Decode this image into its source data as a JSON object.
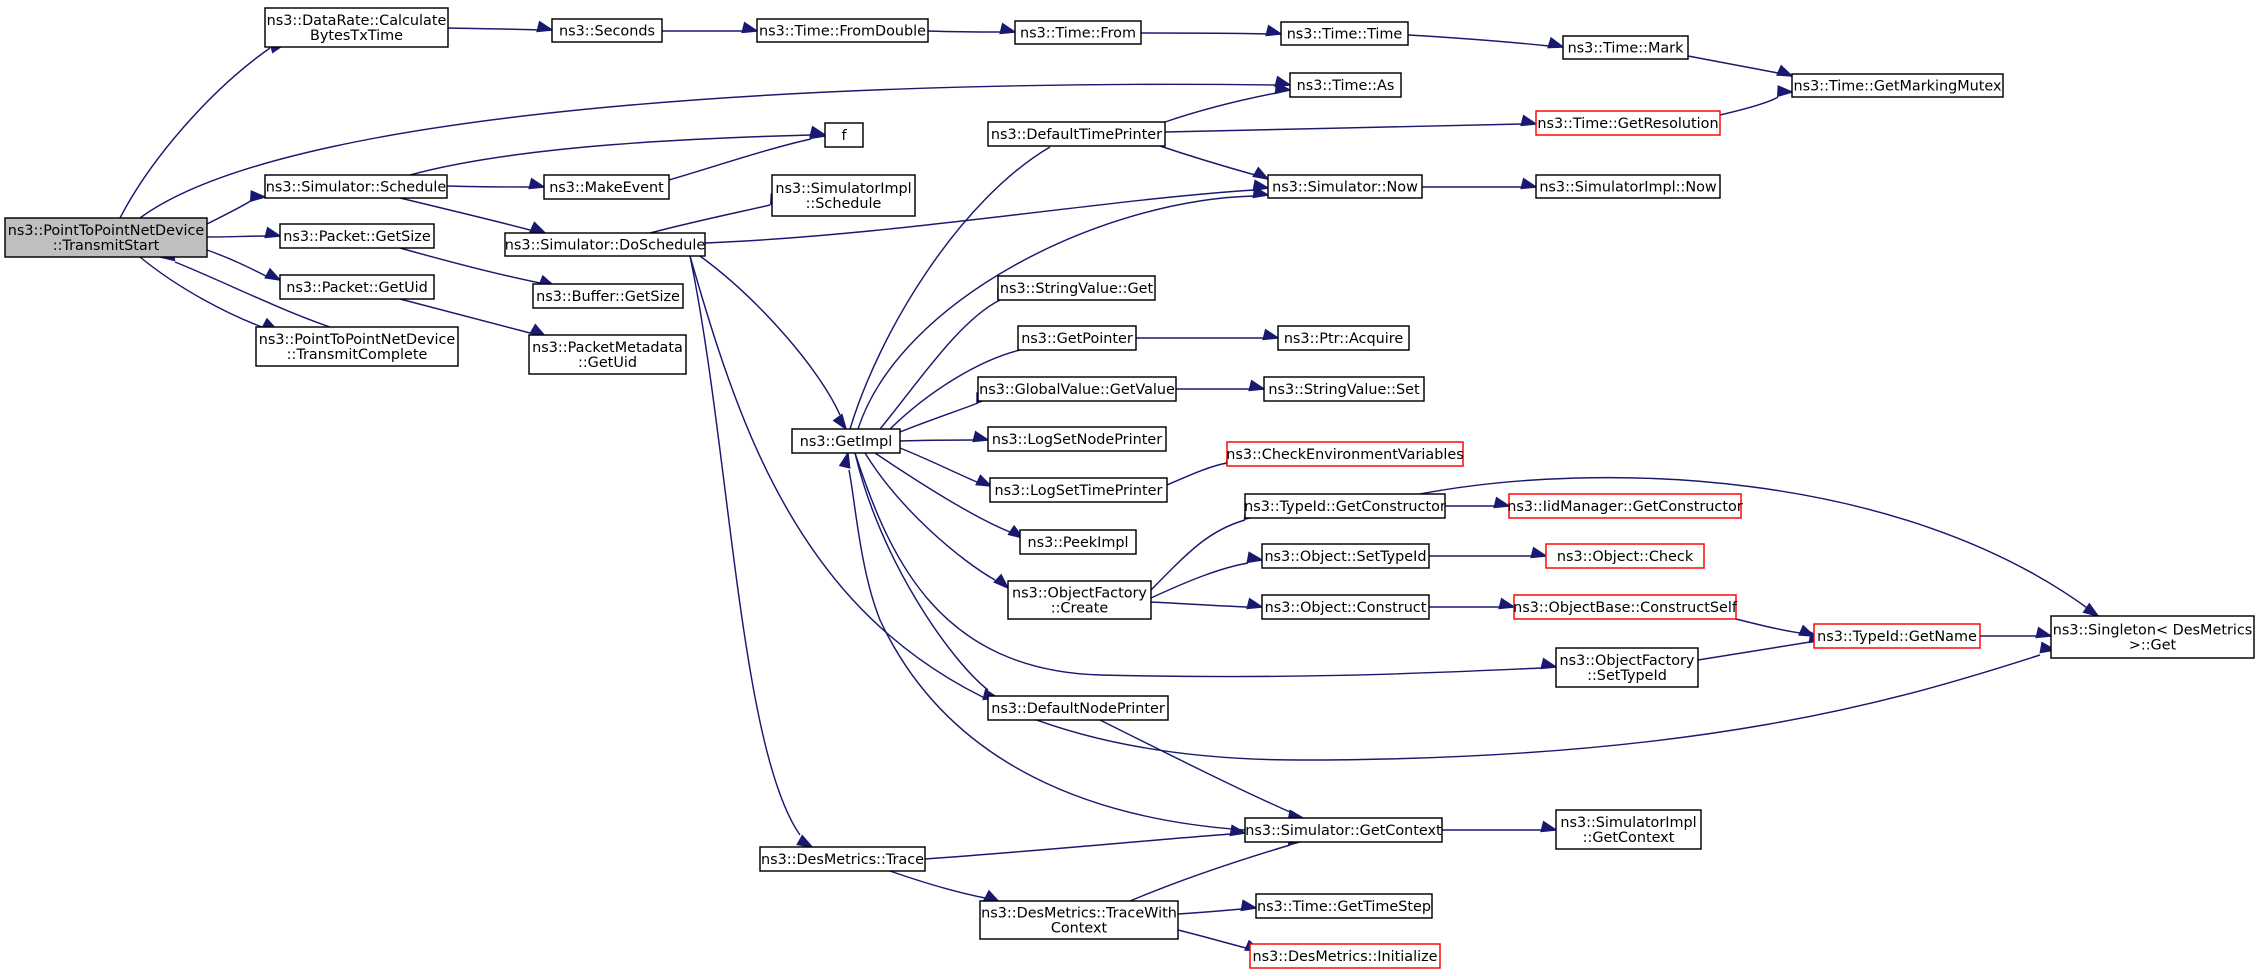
{
  "colors": {
    "edge": "#191970",
    "border": "#000000",
    "border_incomplete": "#ff0000",
    "root_fill": "#bfbfbf",
    "background": "#ffffff"
  },
  "nodes": [
    {
      "id": "root",
      "lines": [
        "ns3::PointToPointNetDevice",
        "::TransmitStart"
      ],
      "style": "root"
    },
    {
      "id": "datarate",
      "lines": [
        "ns3::DataRate::Calculate",
        "BytesTxTime"
      ]
    },
    {
      "id": "seconds",
      "lines": [
        "ns3::Seconds"
      ]
    },
    {
      "id": "fromdouble",
      "lines": [
        "ns3::Time::FromDouble"
      ]
    },
    {
      "id": "timefrom",
      "lines": [
        "ns3::Time::From"
      ]
    },
    {
      "id": "timetime",
      "lines": [
        "ns3::Time::Time"
      ]
    },
    {
      "id": "timemark",
      "lines": [
        "ns3::Time::Mark"
      ]
    },
    {
      "id": "markingmutex",
      "lines": [
        "ns3::Time::GetMarkingMutex"
      ]
    },
    {
      "id": "timeas",
      "lines": [
        "ns3::Time::As"
      ]
    },
    {
      "id": "f",
      "lines": [
        "f"
      ]
    },
    {
      "id": "defaulttimeprinter",
      "lines": [
        "ns3::DefaultTimePrinter"
      ]
    },
    {
      "id": "getresolution",
      "lines": [
        "ns3::Time::GetResolution"
      ],
      "style": "red"
    },
    {
      "id": "schedule",
      "lines": [
        "ns3::Simulator::Schedule"
      ]
    },
    {
      "id": "makeevent",
      "lines": [
        "ns3::MakeEvent"
      ]
    },
    {
      "id": "implschedule",
      "lines": [
        "ns3::SimulatorImpl",
        "::Schedule"
      ]
    },
    {
      "id": "simnow",
      "lines": [
        "ns3::Simulator::Now"
      ]
    },
    {
      "id": "implnow",
      "lines": [
        "ns3::SimulatorImpl::Now"
      ]
    },
    {
      "id": "getsize",
      "lines": [
        "ns3::Packet::GetSize"
      ]
    },
    {
      "id": "doschedule",
      "lines": [
        "ns3::Simulator::DoSchedule"
      ]
    },
    {
      "id": "buffergetsize",
      "lines": [
        "ns3::Buffer::GetSize"
      ]
    },
    {
      "id": "getuid",
      "lines": [
        "ns3::Packet::GetUid"
      ]
    },
    {
      "id": "transmitcomplete",
      "lines": [
        "ns3::PointToPointNetDevice",
        "::TransmitComplete"
      ]
    },
    {
      "id": "pmgetuid",
      "lines": [
        "ns3::PacketMetadata",
        "::GetUid"
      ]
    },
    {
      "id": "stringget",
      "lines": [
        "ns3::StringValue::Get"
      ]
    },
    {
      "id": "getpointer",
      "lines": [
        "ns3::GetPointer"
      ]
    },
    {
      "id": "ptracquire",
      "lines": [
        "ns3::Ptr::Acquire"
      ]
    },
    {
      "id": "globalgetvalue",
      "lines": [
        "ns3::GlobalValue::GetValue"
      ]
    },
    {
      "id": "stringset",
      "lines": [
        "ns3::StringValue::Set"
      ]
    },
    {
      "id": "getimpl",
      "lines": [
        "ns3::GetImpl"
      ]
    },
    {
      "id": "logsetnode",
      "lines": [
        "ns3::LogSetNodePrinter"
      ]
    },
    {
      "id": "checkenv",
      "lines": [
        "ns3::CheckEnvironmentVariables"
      ],
      "style": "red"
    },
    {
      "id": "logsettime",
      "lines": [
        "ns3::LogSetTimePrinter"
      ]
    },
    {
      "id": "getconstructor",
      "lines": [
        "ns3::TypeId::GetConstructor"
      ]
    },
    {
      "id": "iidgetconstructor",
      "lines": [
        "ns3::IidManager::GetConstructor"
      ],
      "style": "red"
    },
    {
      "id": "peekimpl",
      "lines": [
        "ns3::PeekImpl"
      ]
    },
    {
      "id": "settypeid",
      "lines": [
        "ns3::Object::SetTypeId"
      ]
    },
    {
      "id": "objcheck",
      "lines": [
        "ns3::Object::Check"
      ],
      "style": "red"
    },
    {
      "id": "ofcreate",
      "lines": [
        "ns3::ObjectFactory",
        "::Create"
      ]
    },
    {
      "id": "objconstruct",
      "lines": [
        "ns3::Object::Construct"
      ]
    },
    {
      "id": "constructself",
      "lines": [
        "ns3::ObjectBase::ConstructSelf"
      ],
      "style": "red"
    },
    {
      "id": "typeidgetname",
      "lines": [
        "ns3::TypeId::GetName"
      ],
      "style": "red"
    },
    {
      "id": "singletonget",
      "lines": [
        "ns3::Singleton< DesMetrics",
        " >::Get"
      ]
    },
    {
      "id": "ofsettypeid",
      "lines": [
        "ns3::ObjectFactory",
        "::SetTypeId"
      ]
    },
    {
      "id": "defaultnodeprinter",
      "lines": [
        "ns3::DefaultNodePrinter"
      ]
    },
    {
      "id": "simgetcontext",
      "lines": [
        "ns3::Simulator::GetContext"
      ]
    },
    {
      "id": "implgetcontext",
      "lines": [
        "ns3::SimulatorImpl",
        "::GetContext"
      ]
    },
    {
      "id": "desmetricstrace",
      "lines": [
        "ns3::DesMetrics::Trace"
      ]
    },
    {
      "id": "tracewithcontext",
      "lines": [
        "ns3::DesMetrics::TraceWith",
        "Context"
      ]
    },
    {
      "id": "gettimestep",
      "lines": [
        "ns3::Time::GetTimeStep"
      ]
    },
    {
      "id": "desinitialize",
      "lines": [
        "ns3::DesMetrics::Initialize"
      ],
      "style": "red"
    }
  ]
}
